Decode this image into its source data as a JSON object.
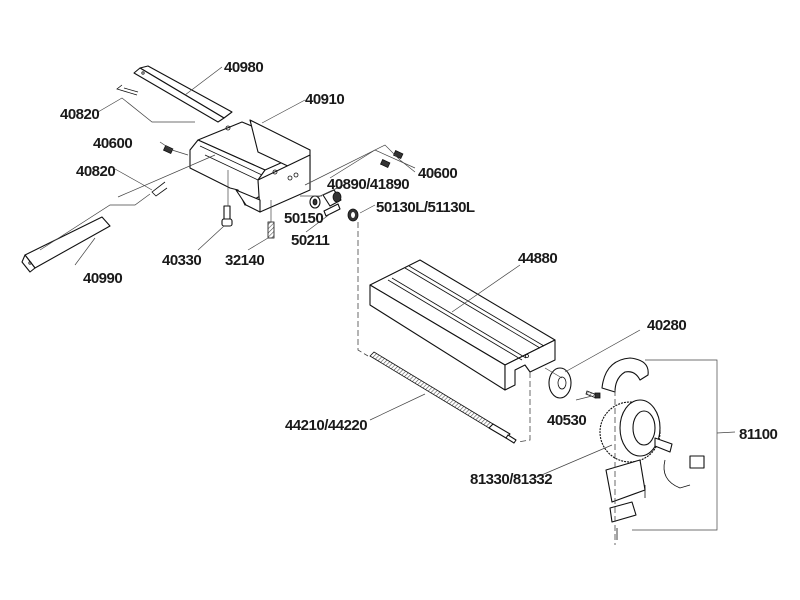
{
  "diagram": {
    "type": "exploded-parts-diagram",
    "labels": {
      "p40980": "40980",
      "p40820a": "40820",
      "p40910": "40910",
      "p40600a": "40600",
      "p40820b": "40820",
      "p40600b": "40600",
      "p40890": "40890/41890",
      "p50150": "50150",
      "p50130": "50130L/51130L",
      "p50211": "50211",
      "p40330": "40330",
      "p32140": "32140",
      "p40990": "40990",
      "p44880": "44880",
      "p40280": "40280",
      "p40530": "40530",
      "p44210": "44210/44220",
      "p81100": "81100",
      "p81330": "81330/81332"
    }
  }
}
